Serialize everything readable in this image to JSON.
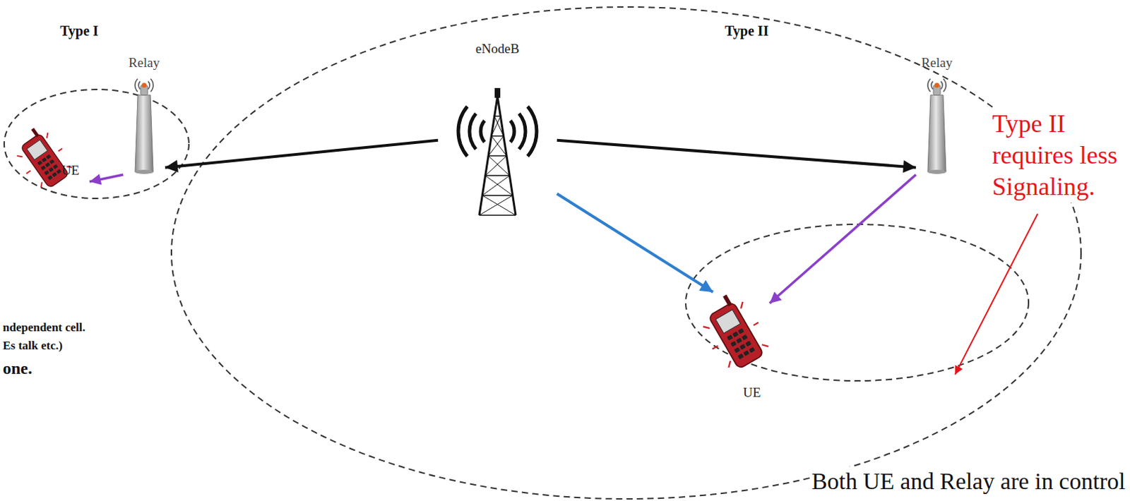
{
  "diagram": {
    "nodes": [
      {
        "text": [
          "Relay"
        ]
      },
      {
        "text": [
          "UE"
        ]
      },
      {
        "text": [
          "eNodeB"
        ]
      },
      {
        "text": [
          "Relay"
        ]
      },
      {
        "text": [
          "UE"
        ]
      }
    ],
    "edges": [
      {
        "from": 2,
        "to": 0,
        "arrow": "to"
      },
      {
        "from": 0,
        "to": 1,
        "arrow": "to"
      },
      {
        "from": 2,
        "to": 3,
        "arrow": "to"
      },
      {
        "from": 2,
        "to": 4,
        "arrow": "to"
      },
      {
        "from": 3,
        "to": 4,
        "arrow": "to"
      }
    ],
    "labels": [
      "Type I",
      "Type II",
      "Type II requires less Signaling.",
      "ndependent cell.",
      "Es talk etc.)",
      "one.",
      "Both UE and Relay are in control"
    ]
  }
}
